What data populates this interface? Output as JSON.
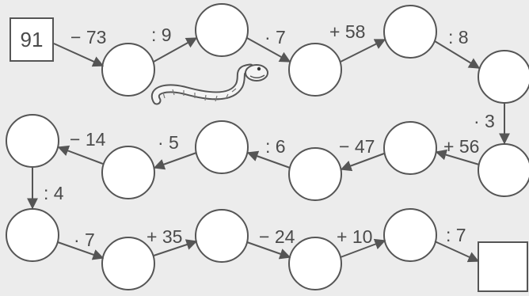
{
  "start_value": "91",
  "operations": [
    "− 73",
    ": 9",
    "· 7",
    "+ 58",
    ": 8",
    "· 3",
    "+ 56",
    "− 47",
    ": 6",
    "· 5",
    "− 14",
    ": 4",
    "· 7",
    "+ 35",
    "− 24",
    "+ 10",
    ": 7"
  ],
  "colors": {
    "background": "#ececec",
    "stroke": "#555555",
    "circle_fill": "#ffffff",
    "text": "#4a4a4a"
  },
  "icons": {
    "decoration": "snake-illustration"
  }
}
